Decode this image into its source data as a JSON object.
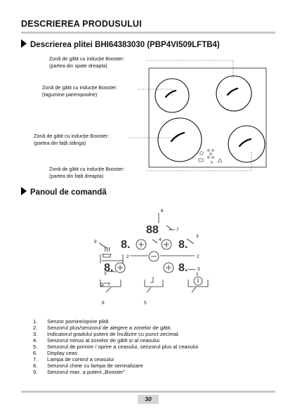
{
  "header": {
    "title": "DESCRIEREA PRODUSULUI"
  },
  "section1": {
    "title": "Descrierea plitei BHI64383030 (PBP4VI509LFTB4)"
  },
  "zones": [
    {
      "line1": "Zonă de gătit cu inducție Booster:",
      "line2": "(partea din spate dreapta)"
    },
    {
      "line1": "Zonă de gătit cu inducție Booster:",
      "line2": "(tagumine parempoolne)"
    },
    {
      "line1": "Zonă de gătit cu inducție Booster:",
      "line2": "(partea din față stânga)"
    },
    {
      "line1": "Zonă de gătit cu inducție Booster:",
      "line2": "(partea din față dreapta)"
    }
  ],
  "section2": {
    "title": "Panoul de comandă"
  },
  "panel": {
    "display_digit": "8.",
    "clock_display": "88",
    "callouts": [
      "1",
      "2",
      "3",
      "4",
      "5",
      "6",
      "7",
      "8",
      "9"
    ]
  },
  "legend": [
    {
      "num": "1.",
      "text": "Senzor pornire/oprire plită"
    },
    {
      "num": "2.",
      "text": "Senzorul plus/senzorul de alegere a zonelor de gătit."
    },
    {
      "num": "3.",
      "text": "Indicatorul gradului puterii de încălzire cu punct zecimal."
    },
    {
      "num": "4.",
      "text": "Senzorul minus al zonelor de gătit și al ceasului"
    },
    {
      "num": "5.",
      "text": "Senzorul de pornire / oprire a ceasului, senzorul plus al ceasului"
    },
    {
      "num": "6.",
      "text": "Display ceas"
    },
    {
      "num": "7.",
      "text": "Lampa de control a ceasului"
    },
    {
      "num": "8.",
      "text": "Senzorul cheie cu lampa de semnalizare"
    },
    {
      "num": "9.",
      "text": "Senzorul max. a puterii „Booster”"
    }
  ],
  "footer": {
    "page": "30"
  }
}
